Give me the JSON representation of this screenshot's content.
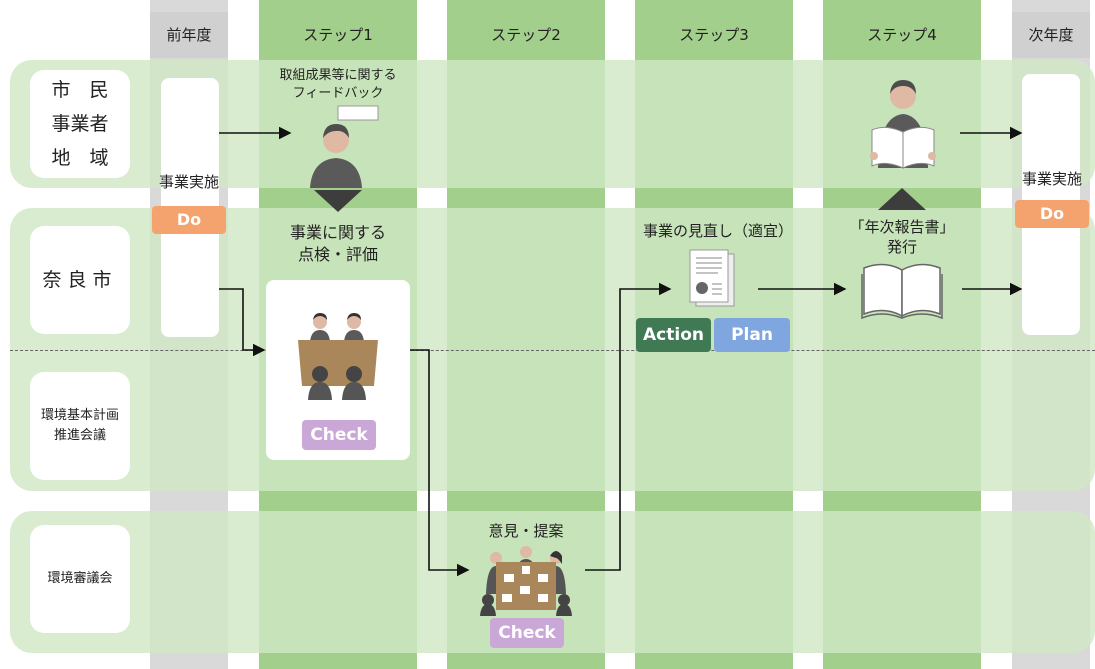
{
  "columns": {
    "prev_year": "前年度",
    "step1": "ステップ1",
    "step2": "ステップ2",
    "step3": "ステップ3",
    "step4": "ステップ4",
    "next_year": "次年度"
  },
  "rows": {
    "citizens": "市　民\n事業者\n地　域",
    "nara": "奈良市",
    "council": "環境基本計画\n推進会議",
    "deliberation": "環境審議会"
  },
  "labels": {
    "business_impl_prev": "事業実施",
    "business_impl_next": "事業実施",
    "feedback": "取組成果等に関する\nフィードバック",
    "inspection": "事業に関する\n点検・評価",
    "opinion": "意見・提案",
    "review": "事業の見直し（適宜）",
    "report": "「年次報告書」\n発行"
  },
  "badges": {
    "do_prev": "Do",
    "do_next": "Do",
    "check1": "Check",
    "check2": "Check",
    "action": "Action",
    "plan": "Plan"
  },
  "colors": {
    "green_column": "#a3cf8c",
    "gray_column": "#d9d9d9",
    "row_band": "#d0e7c4",
    "do": "#f4a36e",
    "check": "#c9a8d8",
    "action": "#3f7a55",
    "plan": "#7fa6de",
    "figure": "#5a5a5a",
    "table": "#a9875a"
  }
}
